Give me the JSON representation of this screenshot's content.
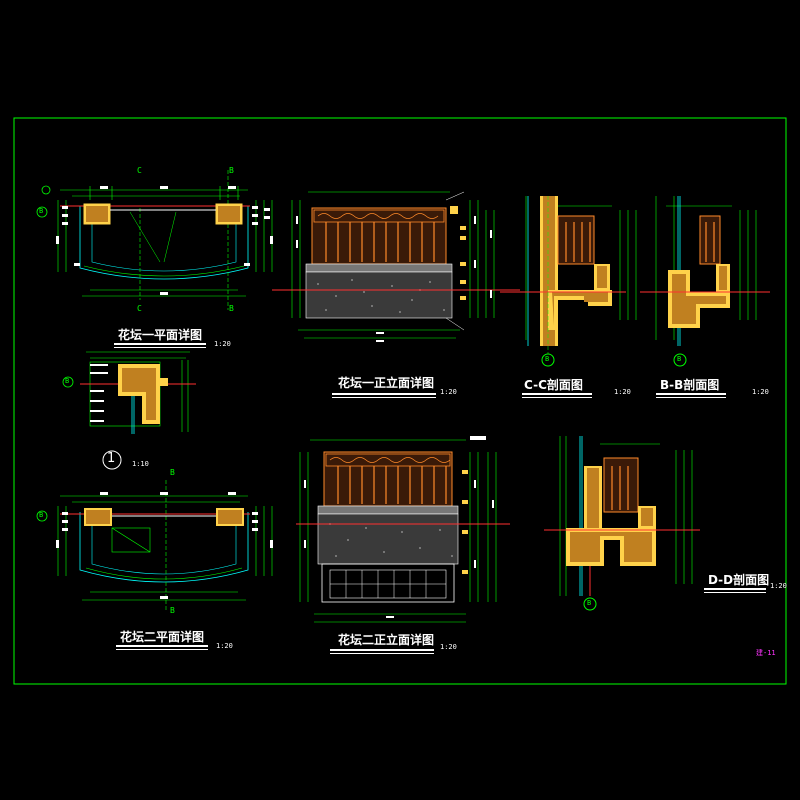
{
  "drawing": {
    "colors": {
      "background": "#000000",
      "frame": "#00ff00",
      "dimension": "#00ff00",
      "rail": "#ff8a2a",
      "masonry": "#ffd24a",
      "hatch": "#9a9a9a",
      "text": "#ffffff",
      "axis": "#ff3030",
      "label": "#ff33ff"
    },
    "titles": {
      "plan1": "花坛一平面详图",
      "plan2": "花坛二平面详图",
      "elev1": "花坛一正立面详图",
      "elev2": "花坛二正立面详图",
      "sec_cc": "C-C剖面图",
      "sec_bb": "B-B剖面图",
      "sec_dd": "D-D剖面图"
    },
    "scales": {
      "plan1": "1:20",
      "plan2": "1:20",
      "elev1": "1:20",
      "elev2": "1:20",
      "sec_cc": "1:20",
      "sec_bb": "1:20",
      "sec_dd": "1:20",
      "detail1": "1:10"
    },
    "section_marks": {
      "c": "C",
      "b": "B"
    },
    "grid_bubble": "B",
    "detail_number": "1",
    "sheet_number": "建-11"
  }
}
